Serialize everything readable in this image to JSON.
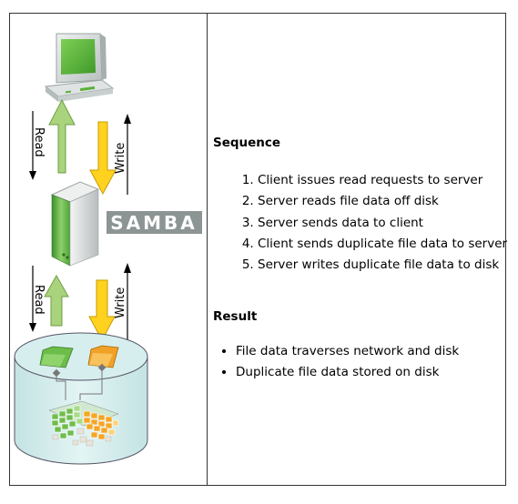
{
  "diagram": {
    "labels": {
      "read_top": "Read",
      "write_top": "Write",
      "read_bottom": "Read",
      "write_bottom": "Write",
      "samba_logo": "SAMBA"
    },
    "icons": [
      "computer-icon",
      "server-icon",
      "samba-logo",
      "disk-icon",
      "folder-icon",
      "data-blocks-icon"
    ],
    "colors": {
      "read_arrow": "#a9d37c",
      "write_arrow": "#ffd21f",
      "disk": "#d3ecec",
      "samba_logo": "#8c9494"
    }
  },
  "sequence": {
    "heading": "Sequence",
    "steps": [
      "Client issues read requests to server",
      "Server reads file data off disk",
      "Server sends data to client",
      "Client sends duplicate file data to server",
      "Server writes duplicate file data to disk"
    ]
  },
  "result": {
    "heading": "Result",
    "items": [
      "File data traverses network and disk",
      "Duplicate file data stored on disk"
    ]
  }
}
